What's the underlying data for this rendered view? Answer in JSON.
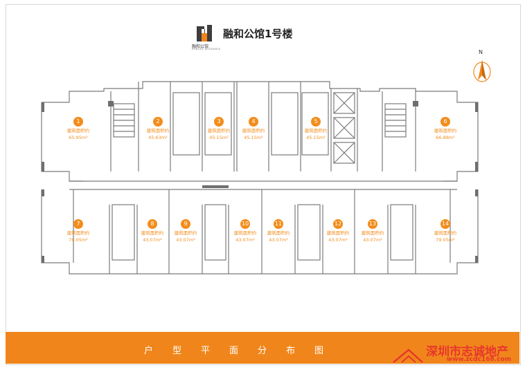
{
  "header": {
    "title": "融和公馆1号楼",
    "logo_brand": "融和公馆",
    "logo_subtitle": "RONGHE RESIDENCE"
  },
  "compass": {
    "label": "N"
  },
  "units": [
    {
      "id": "1",
      "label": "建筑面积约",
      "area": "65.95m²"
    },
    {
      "id": "2",
      "label": "建筑面积约",
      "area": "45.63m²"
    },
    {
      "id": "3",
      "label": "建筑面积约",
      "area": "45.15m²"
    },
    {
      "id": "4",
      "label": "建筑面积约",
      "area": "45.15m²"
    },
    {
      "id": "5",
      "label": "建筑面积约",
      "area": "45.15m²"
    },
    {
      "id": "6",
      "label": "建筑面积约",
      "area": "66.88m²"
    },
    {
      "id": "7",
      "label": "建筑面积约",
      "area": "79.05m²"
    },
    {
      "id": "8",
      "label": "建筑面积约",
      "area": "43.07m²"
    },
    {
      "id": "9",
      "label": "建筑面积约",
      "area": "43.07m²"
    },
    {
      "id": "10",
      "label": "建筑面积约",
      "area": "43.07m²"
    },
    {
      "id": "11",
      "label": "建筑面积约",
      "area": "43.07m²"
    },
    {
      "id": "12",
      "label": "建筑面积约",
      "area": "43.07m²"
    },
    {
      "id": "13",
      "label": "建筑面积约",
      "area": "43.07m²"
    },
    {
      "id": "14",
      "label": "建筑面积约",
      "area": "79.05m²"
    }
  ],
  "footer": {
    "title": "户型平面分布图",
    "watermark": "深圳市志诚地产",
    "watermark_url": "www.zcdc168.com"
  },
  "colors": {
    "accent": "#f0861b",
    "wall": "#6e6e6e",
    "watermark": "#e8362d"
  }
}
